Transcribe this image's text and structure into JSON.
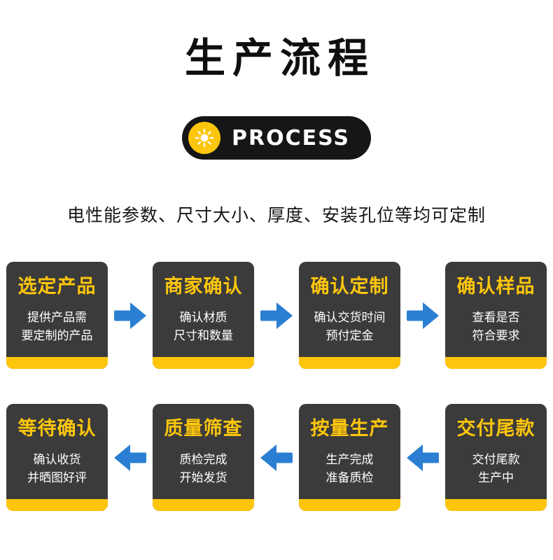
{
  "page": {
    "title": "生产流程",
    "badge": {
      "label": "PROCESS",
      "icon": "sun-icon"
    },
    "subtitle": "电性能参数、尺寸大小、厚度、安装孔位等均可定制"
  },
  "colors": {
    "yellow": "#fdc60d",
    "dark": "#3b3b3b",
    "blue": "#2b7fd2",
    "badge_bg": "#161616"
  },
  "rows": [
    {
      "direction": "right",
      "cards": [
        {
          "title": "选定产品",
          "line1": "提供产品需",
          "line2": "要定制的产品"
        },
        {
          "title": "商家确认",
          "line1": "确认材质",
          "line2": "尺寸和数量"
        },
        {
          "title": "确认定制",
          "line1": "确认交货时间",
          "line2": "预付定金"
        },
        {
          "title": "确认样品",
          "line1": "查看是否",
          "line2": "符合要求"
        }
      ]
    },
    {
      "direction": "left",
      "cards": [
        {
          "title": "等待确认",
          "line1": "确认收货",
          "line2": "并晒图好评"
        },
        {
          "title": "质量筛查",
          "line1": "质检完成",
          "line2": "开始发货"
        },
        {
          "title": "按量生产",
          "line1": "生产完成",
          "line2": "准备质检"
        },
        {
          "title": "交付尾款",
          "line1": "交付尾款",
          "line2": "生产中"
        }
      ]
    }
  ]
}
